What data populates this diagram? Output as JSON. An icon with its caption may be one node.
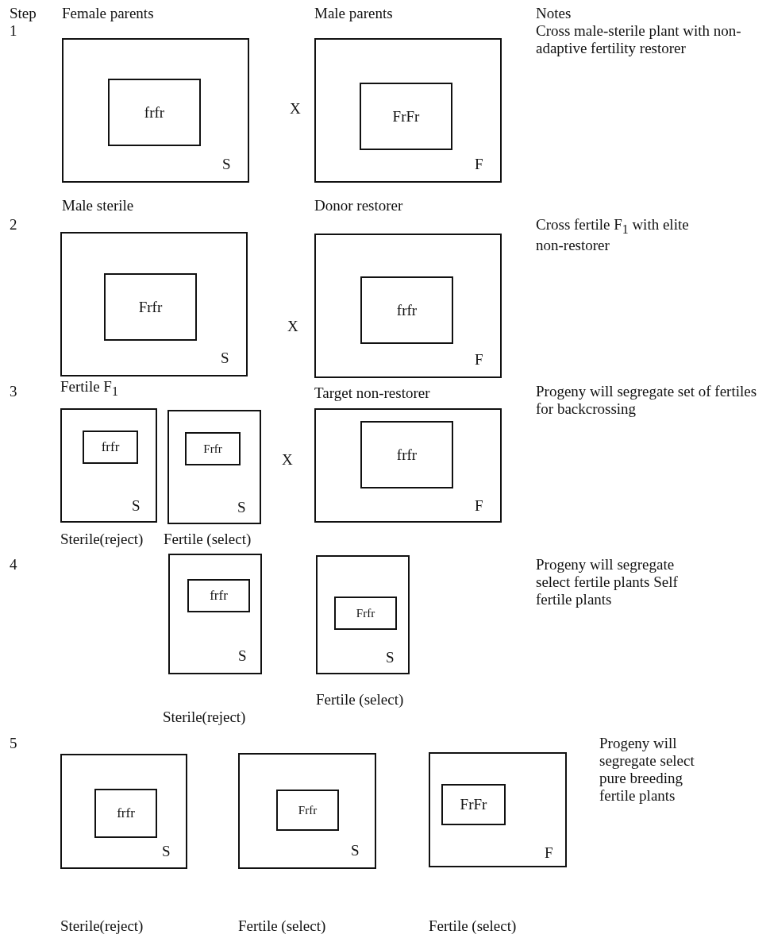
{
  "diagram": {
    "nodes": [
      {
        "text": [
          "S"
        ],
        "beside": [
          "Male sterile"
        ]
      },
      {
        "text": [
          "frfr"
        ],
        "in": 0
      },
      {
        "text": [
          "F"
        ],
        "beside": [
          "Donor restorer"
        ]
      },
      {
        "text": [
          "FrFr"
        ],
        "in": 2
      },
      {
        "text": [
          "S"
        ],
        "beside": [
          "Fertile F$_{1}$"
        ]
      },
      {
        "text": [
          "Frfr"
        ],
        "in": 4
      },
      {
        "text": [
          "F"
        ],
        "beside": [
          "Target non-restorer"
        ]
      },
      {
        "text": [
          "frfr"
        ],
        "in": 6
      },
      {
        "text": [
          "S"
        ],
        "beside": [
          "Sterile(reject)"
        ]
      },
      {
        "text": [
          "frfr"
        ],
        "in": 8
      },
      {
        "text": [
          "S"
        ],
        "beside": [
          "Fertile (select)"
        ]
      },
      {
        "text": [
          "Frfr"
        ],
        "in": 10
      },
      {
        "text": [
          "F"
        ]
      },
      {
        "text": [
          "frfr"
        ],
        "in": 12
      },
      {
        "text": [
          "S"
        ],
        "beside": [
          "Sterile(reject)"
        ]
      },
      {
        "text": [
          "frfr"
        ],
        "in": 14
      },
      {
        "text": [
          "S"
        ],
        "beside": [
          "Fertile (select)"
        ]
      },
      {
        "text": [
          "Frfr"
        ],
        "in": 16
      },
      {
        "text": [
          "S"
        ],
        "beside": [
          "Sterile(reject)"
        ]
      },
      {
        "text": [
          "frfr"
        ],
        "in": 18
      },
      {
        "text": [
          "S"
        ],
        "beside": [
          "Fertile (select)"
        ]
      },
      {
        "text": [
          "Frfr"
        ],
        "in": 20
      },
      {
        "text": [
          "F"
        ],
        "beside": [
          "Fertile (select)"
        ]
      },
      {
        "text": [
          "FrFr"
        ],
        "in": 22
      }
    ],
    "edges": [],
    "labels": [
      "Step",
      "Female parents",
      "Male parents",
      "Notes",
      "1",
      "Cross male-sterile plant with non-adaptive fertility restorer",
      "X",
      "2",
      "X",
      "Cross fertile F$_{1}$ with elite non-restorer",
      "3",
      "X",
      "Progeny will segregate set of fertiles for backcrossing",
      "4",
      "Progeny will segregate select fertile plants Self fertile plants",
      "5",
      "Progeny will segregate select pure breeding fertile plants"
    ]
  }
}
